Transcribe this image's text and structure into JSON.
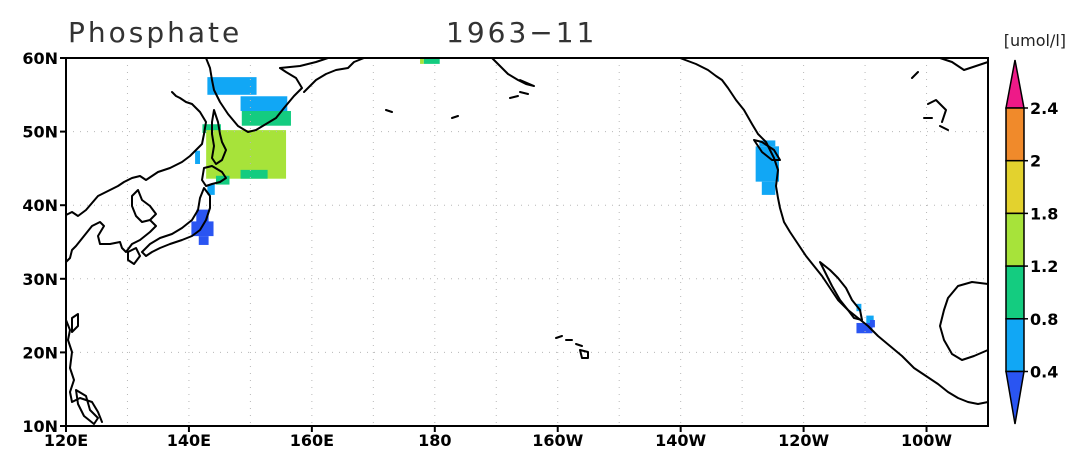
{
  "title": {
    "variable": "Phosphate",
    "date": "1963−11"
  },
  "units": "[umol/l]",
  "chart_data": {
    "type": "heatmap",
    "xlim": [
      120,
      270
    ],
    "ylim": [
      10,
      60
    ],
    "grid": true,
    "x_ticks": [
      {
        "value": 120,
        "label": "120E"
      },
      {
        "value": 140,
        "label": "140E"
      },
      {
        "value": 160,
        "label": "160E"
      },
      {
        "value": 180,
        "label": "180"
      },
      {
        "value": 200,
        "label": "160W"
      },
      {
        "value": 220,
        "label": "140W"
      },
      {
        "value": 240,
        "label": "120W"
      },
      {
        "value": 260,
        "label": "100W"
      }
    ],
    "y_ticks": [
      {
        "value": 10,
        "label": "10N"
      },
      {
        "value": 20,
        "label": "20N"
      },
      {
        "value": 30,
        "label": "30N"
      },
      {
        "value": 40,
        "label": "40N"
      },
      {
        "value": 50,
        "label": "50N"
      },
      {
        "value": 60,
        "label": "60N"
      }
    ],
    "colorbar": {
      "labels": [
        "0.4",
        "0.8",
        "1.2",
        "1.8",
        "2",
        "2.4"
      ],
      "colors": [
        "#2a55f2",
        "#11a7f5",
        "#14cc80",
        "#a7e33a",
        "#e3d22e",
        "#f08a2b",
        "#ee1a88"
      ],
      "extend": "both"
    },
    "cells": [
      {
        "lon": 143.0,
        "lat": 55.0,
        "w": 8.0,
        "h": 2.4,
        "c": 1
      },
      {
        "lon": 148.4,
        "lat": 52.8,
        "w": 7.6,
        "h": 2.0,
        "c": 1
      },
      {
        "lon": 148.6,
        "lat": 50.8,
        "w": 8.0,
        "h": 2.0,
        "c": 2
      },
      {
        "lon": 142.2,
        "lat": 49.8,
        "w": 3.0,
        "h": 1.2,
        "c": 2
      },
      {
        "lon": 142.8,
        "lat": 43.6,
        "w": 13.0,
        "h": 6.6,
        "c": 3
      },
      {
        "lon": 144.4,
        "lat": 42.8,
        "w": 2.2,
        "h": 1.2,
        "c": 2
      },
      {
        "lon": 148.4,
        "lat": 43.6,
        "w": 4.4,
        "h": 1.2,
        "c": 2
      },
      {
        "lon": 143.0,
        "lat": 41.4,
        "w": 1.2,
        "h": 1.4,
        "c": 1
      },
      {
        "lon": 141.0,
        "lat": 45.6,
        "w": 0.8,
        "h": 1.8,
        "c": 1
      },
      {
        "lon": 140.4,
        "lat": 35.8,
        "w": 3.6,
        "h": 2.0,
        "c": 0
      },
      {
        "lon": 141.2,
        "lat": 37.6,
        "w": 2.0,
        "h": 1.8,
        "c": 0
      },
      {
        "lon": 141.6,
        "lat": 34.6,
        "w": 1.6,
        "h": 1.2,
        "c": 0
      },
      {
        "lon": 178.2,
        "lat": 59.2,
        "w": 2.6,
        "h": 0.8,
        "c": 2
      },
      {
        "lon": 177.6,
        "lat": 59.2,
        "w": 0.6,
        "h": 0.8,
        "c": 3
      },
      {
        "lon": 232.2,
        "lat": 43.2,
        "w": 3.8,
        "h": 4.8,
        "c": 1
      },
      {
        "lon": 232.8,
        "lat": 48.0,
        "w": 2.6,
        "h": 0.8,
        "c": 1
      },
      {
        "lon": 233.2,
        "lat": 41.4,
        "w": 2.2,
        "h": 1.8,
        "c": 1
      },
      {
        "lon": 248.6,
        "lat": 25.6,
        "w": 0.8,
        "h": 1.0,
        "c": 1
      },
      {
        "lon": 250.2,
        "lat": 23.8,
        "w": 1.2,
        "h": 1.2,
        "c": 1
      },
      {
        "lon": 248.6,
        "lat": 22.6,
        "w": 2.6,
        "h": 1.4,
        "c": 0
      },
      {
        "lon": 250.8,
        "lat": 23.4,
        "w": 0.8,
        "h": 1.0,
        "c": 0
      }
    ]
  }
}
